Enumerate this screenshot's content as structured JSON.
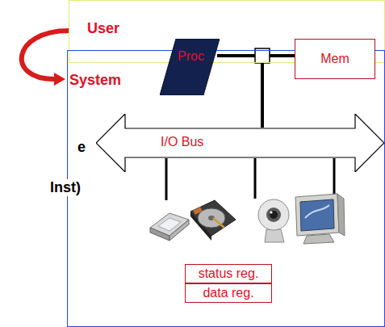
{
  "diagram": {
    "nodes": [
      {
        "text": [
          "User"
        ]
      },
      {
        "text": [
          "System"
        ]
      },
      {
        "text": [
          "Proc"
        ]
      },
      {
        "text": [
          "Mem"
        ]
      },
      {
        "text": [
          "I/O Bus"
        ],
        "in": 1
      },
      {
        "text": [
          "status reg."
        ],
        "in": 1
      },
      {
        "text": [
          "data reg."
        ],
        "in": 1
      }
    ],
    "edges": [
      {
        "from": 2,
        "to": 3,
        "arrow": "none"
      },
      {
        "from": 0,
        "to": 1,
        "arrow": "to"
      }
    ],
    "labels": [
      "e",
      "Inst)"
    ]
  }
}
